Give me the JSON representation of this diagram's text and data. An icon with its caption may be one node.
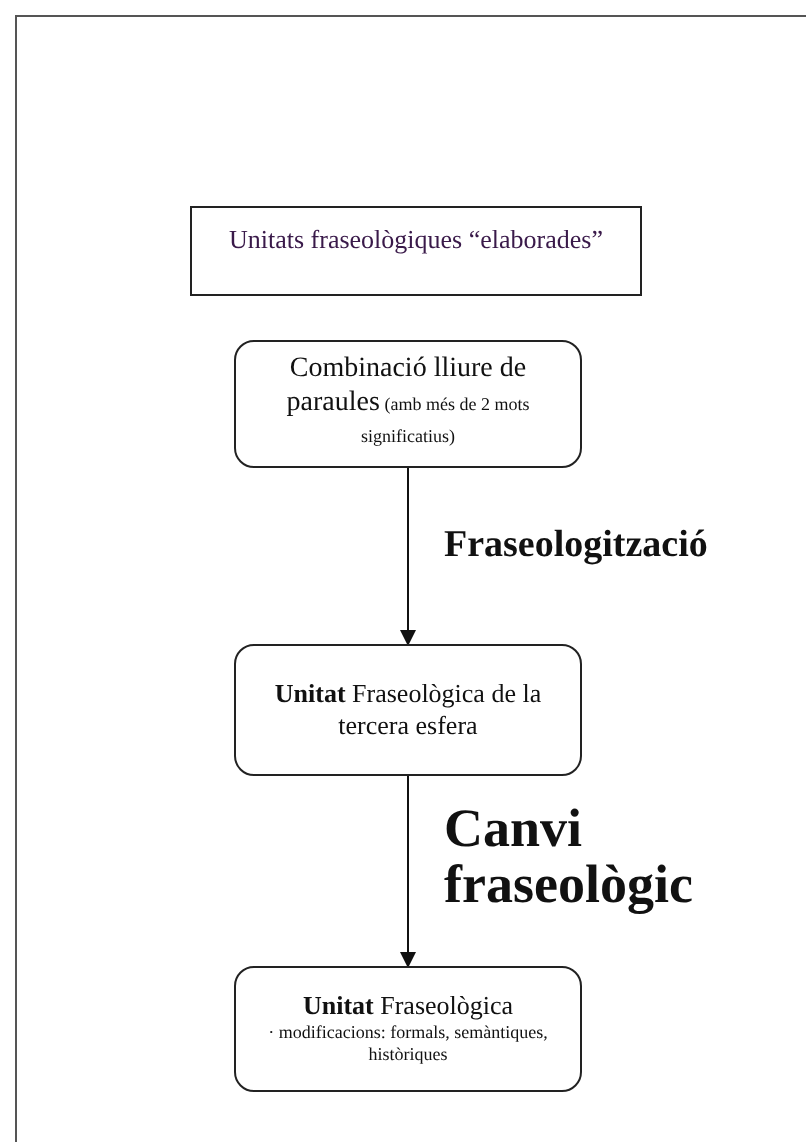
{
  "diagram": {
    "nodes": [
      {
        "text": [
          "Unitats fraseològiques “elaborades”"
        ]
      },
      {
        "text": [
          "Combinació lliure de paraules",
          "(amb més de 2 mots significatius)"
        ]
      },
      {
        "text": [
          "**Unitat** Fraseològica de la tercera esfera"
        ]
      },
      {
        "text": [
          "**Unitat** Fraseològica",
          "· modificacions: formals, semàntiques, històriques"
        ]
      }
    ],
    "edges": [
      {
        "from": 1,
        "to": 2,
        "arrow": "to",
        "label": "Fraseologització"
      },
      {
        "from": 2,
        "to": 3,
        "arrow": "to",
        "label": "Canvi fraseològic"
      }
    ]
  }
}
